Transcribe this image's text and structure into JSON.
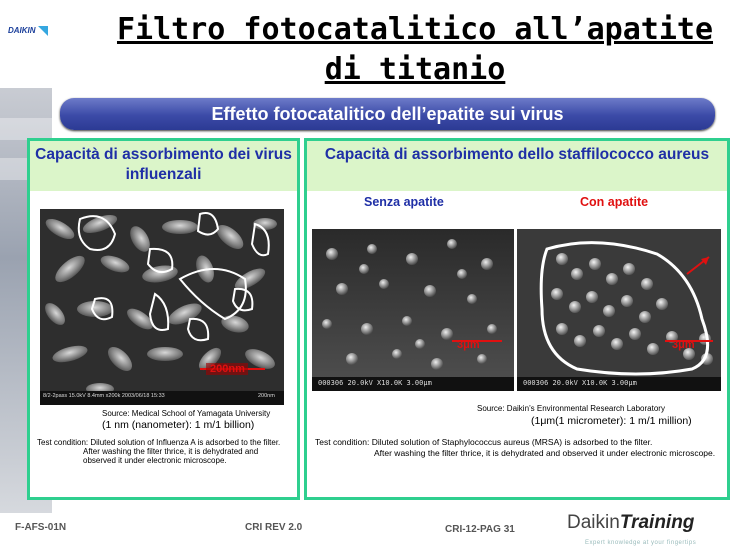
{
  "header": {
    "logo_text": "DAIKIN",
    "title": "Filtro fotocatalitico all’apatite di titanio"
  },
  "subtitle": "Effetto fotocatalitico dell’epatite sui virus",
  "left_panel": {
    "heading": "Capacità di assorbimento dei virus influenzali",
    "scale_label": "200nm",
    "micro_label": "8/2-2pass 15.0kV 8.4mm x200k 2003/06/18 15:33",
    "micro_scale": "200nm",
    "source": "Source: Medical School of Yamagata University",
    "unit_note": "(1 nm (nanometer): 1 m/1 billion)",
    "test_condition": "Test condition: Diluted solution of Influenza A is adsorbed to the filter.",
    "test_condition_2": "After washing the filter thrice, it is dehydrated and observed it under electronic microscope."
  },
  "right_panel": {
    "heading": "Capacità di assorbimento dello staffilococco aureus",
    "label_without": "Senza apatite",
    "label_with": "Con apatite",
    "scale_left": "3μm",
    "scale_right": "3μm",
    "micro_label_left": "000306 20.0kV X10.0K 3.00μm",
    "micro_label_right": "000306 20.0kV X10.0K 3.00μm",
    "source": "Source: Daikin’s Environmental Research Laboratory",
    "unit_note": "(1μm(1 micrometer): 1 m/1 million)",
    "test_condition": "Test condition: Diluted solution of Staphylococcus aureus (MRSA) is adsorbed to the filter.",
    "test_condition_2": "After washing the filter thrice, it is dehydrated and observed it under electronic microscope."
  },
  "footer": {
    "code": "F-AFS-01N",
    "revision": "CRI REV 2.0",
    "page": "CRI-12-PAG 31",
    "brand_a": "Daikin",
    "brand_b": "Training",
    "tagline": "Expert knowledge at your fingertips"
  },
  "colors": {
    "accent_green": "#2fcf8f",
    "header_fill": "#dbf5c9",
    "blue_text": "#1f2fa6",
    "red_text": "#e01010",
    "banner": "#3b4aa7"
  }
}
